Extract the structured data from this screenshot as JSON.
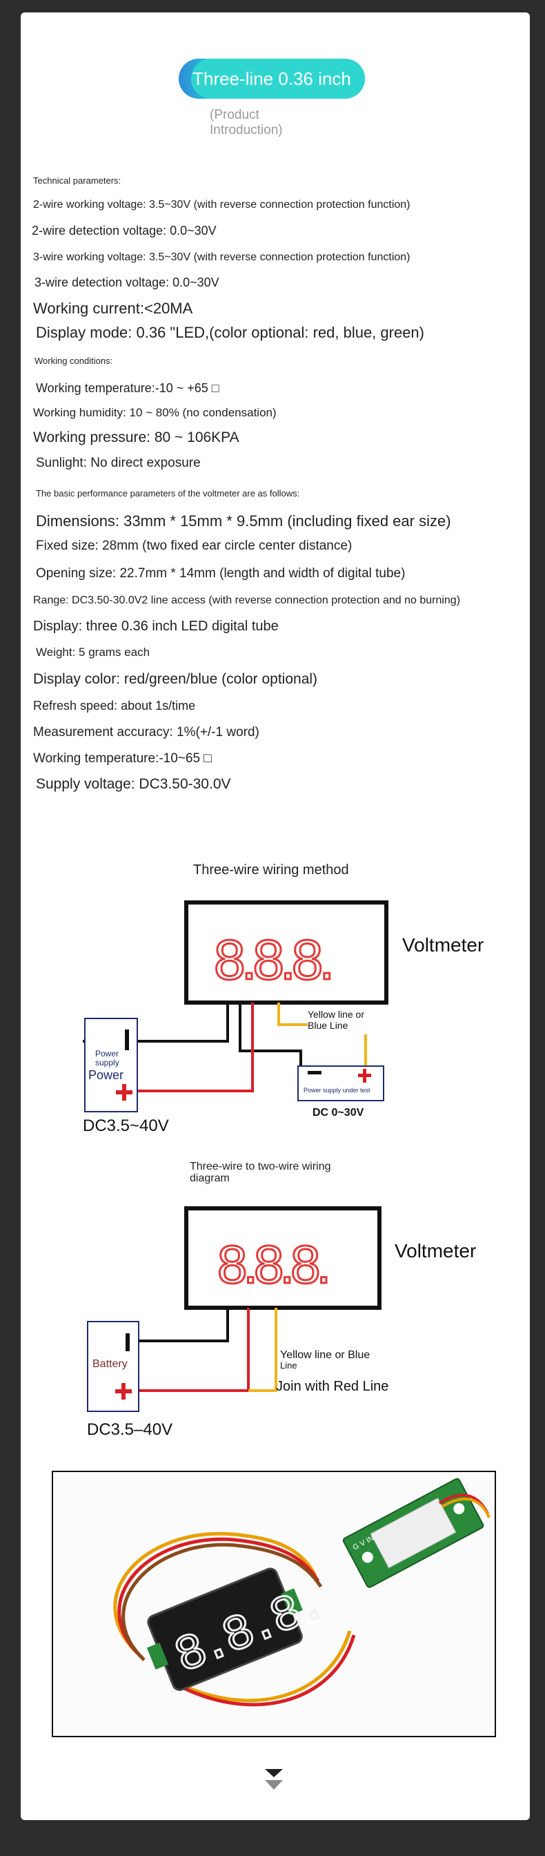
{
  "header": {
    "title": "Three-line 0.36 inch",
    "subtitle": "(Product\nIntroduction)"
  },
  "specs": {
    "tech_heading": "Technical parameters:",
    "line1": "2-wire working voltage: 3.5~30V (with reverse connection protection function)",
    "line2": "2-wire detection voltage: 0.0~30V",
    "line3": "3-wire working voltage: 3.5~30V (with reverse connection protection function)",
    "line4": "3-wire detection voltage: 0.0~30V",
    "line5": "Working current:<20MA",
    "line6": "Display mode: 0.36 \"LED,(color optional: red, blue, green)",
    "cond_heading": "Working conditions:",
    "line7": "Working temperature:-10 ~ +65 □",
    "line8": "Working humidity: 10 ~ 80% (no condensation)",
    "line9": "Working pressure: 80 ~ 106KPA",
    "line10": "Sunlight: No direct exposure",
    "perf_heading": "The basic performance parameters of the voltmeter are as follows:",
    "line11": "Dimensions: 33mm * 15mm * 9.5mm (including fixed ear size)",
    "line12": "Fixed size: 28mm (two fixed ear circle center distance)",
    "line13": "Opening size: 22.7mm * 14mm (length and width of digital tube)",
    "line14": "Range: DC3.50-30.0V2 line access (with reverse connection protection and no burning)",
    "line15": "Display: three 0.36 inch LED digital tube",
    "line16": "Weight: 5 grams each",
    "line17": "Display color: red/green/blue (color optional)",
    "line18": "Refresh speed: about 1s/time",
    "line19": "Measurement accuracy: 1%(+/-1 word)",
    "line20": "Working temperature:-10~65 □",
    "line21": "Supply voltage: DC3.50-30.0V"
  },
  "diagram1": {
    "title": "Three-wire wiring method",
    "display": "8.8.8.",
    "meter_label": "Voltmeter",
    "yellow_label_1": "Yellow line or",
    "yellow_label_2": "Blue Line",
    "power_small_1": "Power",
    "power_small_2": "supply",
    "power_label": "Power",
    "test_label": "Power supply under test",
    "dc_test": "DC 0~30V",
    "dc_power": "DC3.5~40V"
  },
  "diagram2": {
    "title_1": "Three-wire to two-wire wiring",
    "title_2": "diagram",
    "display": "8.8.8.",
    "meter_label": "Voltmeter",
    "battery_label": "Battery",
    "yellow_label_1": "Yellow line or Blue",
    "yellow_label_2": "Line",
    "join_label": "Join with Red Line",
    "dc_label": "DC3.5–40V"
  },
  "photo": {
    "digits": "8.8.8.",
    "pcb_text": "G V IN"
  },
  "colors": {
    "accent": "#2fd6cf",
    "led_red": "#e23a3a",
    "wire_red": "#d81f26",
    "wire_yellow": "#f0b31a",
    "wire_black": "#111111"
  }
}
